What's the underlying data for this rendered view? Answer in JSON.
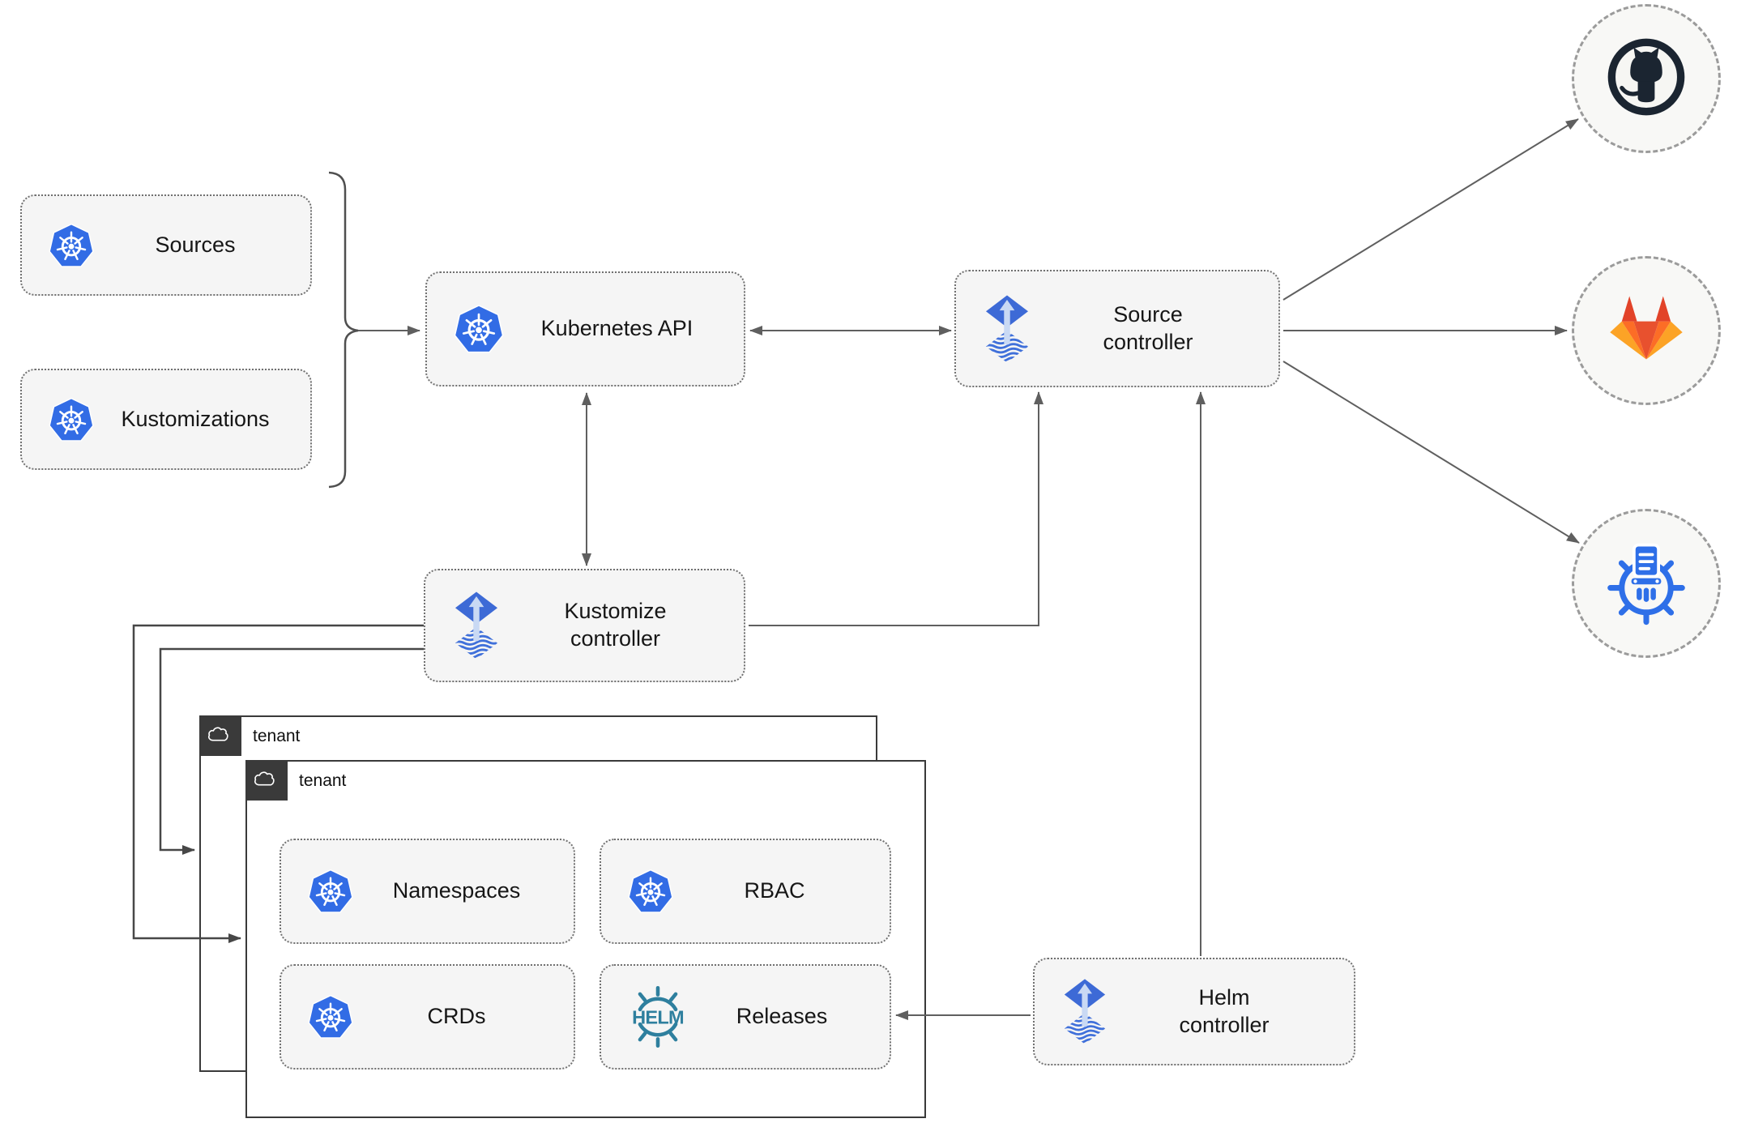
{
  "nodes": {
    "sources": {
      "label": "Sources",
      "icon": "kubernetes-icon"
    },
    "kustomizations": {
      "label": "Kustomizations",
      "icon": "kubernetes-icon"
    },
    "kubernetes_api": {
      "label": "Kubernetes API",
      "icon": "kubernetes-icon"
    },
    "source_controller": {
      "lines": [
        "Source",
        "controller"
      ],
      "icon": "flux-icon"
    },
    "kustomize_controller": {
      "lines": [
        "Kustomize",
        "controller"
      ],
      "icon": "flux-icon"
    },
    "helm_controller": {
      "lines": [
        "Helm",
        "controller"
      ],
      "icon": "flux-icon"
    },
    "namespaces": {
      "label": "Namespaces",
      "icon": "kubernetes-icon"
    },
    "rbac": {
      "label": "RBAC",
      "icon": "kubernetes-icon"
    },
    "crds": {
      "label": "CRDs",
      "icon": "kubernetes-icon"
    },
    "releases": {
      "label": "Releases",
      "icon": "helm-icon"
    }
  },
  "groups": {
    "tenant_back": {
      "label": "tenant",
      "icon": "cloud-icon"
    },
    "tenant_front": {
      "label": "tenant",
      "icon": "cloud-icon"
    }
  },
  "targets": {
    "github": {
      "icon": "github-icon"
    },
    "gitlab": {
      "icon": "gitlab-icon"
    },
    "registry": {
      "icon": "manifest-wheel-icon"
    }
  },
  "helm_logo_text": "HELM",
  "edges": [
    {
      "from": "sources/kustomizations",
      "to": "kubernetes_api",
      "style": "arrow"
    },
    {
      "from": "kubernetes_api",
      "to": "source_controller",
      "style": "double-arrow"
    },
    {
      "from": "kubernetes_api",
      "to": "kustomize_controller",
      "style": "double-arrow"
    },
    {
      "from": "kustomize_controller",
      "to": "source_controller",
      "style": "arrow"
    },
    {
      "from": "kustomize_controller",
      "to": "tenant_back",
      "style": "arrow"
    },
    {
      "from": "kustomize_controller",
      "to": "tenant_front",
      "style": "arrow"
    },
    {
      "from": "helm_controller",
      "to": "source_controller",
      "style": "arrow"
    },
    {
      "from": "helm_controller",
      "to": "releases",
      "style": "arrow"
    },
    {
      "from": "source_controller",
      "to": "github",
      "style": "arrow"
    },
    {
      "from": "source_controller",
      "to": "gitlab",
      "style": "arrow"
    },
    {
      "from": "source_controller",
      "to": "registry",
      "style": "arrow"
    }
  ],
  "colors": {
    "kubernetes_blue": "#326CE5",
    "flux_blue": "#3D6AD6",
    "flux_arrow_light": "#C9D9F4",
    "helm_teal": "#2e7f9e",
    "github_dark": "#1b2531",
    "gitlab_red": "#e24329",
    "gitlab_orange": "#fc6d26",
    "gitlab_yellow": "#fca326",
    "registry_blue": "#2e6fe8",
    "node_fill": "#f5f5f5",
    "node_border": "#707070",
    "tenant_border": "#3a3a3a",
    "circle_fill": "#f8f8f6",
    "connector": "#5f5f5f"
  }
}
